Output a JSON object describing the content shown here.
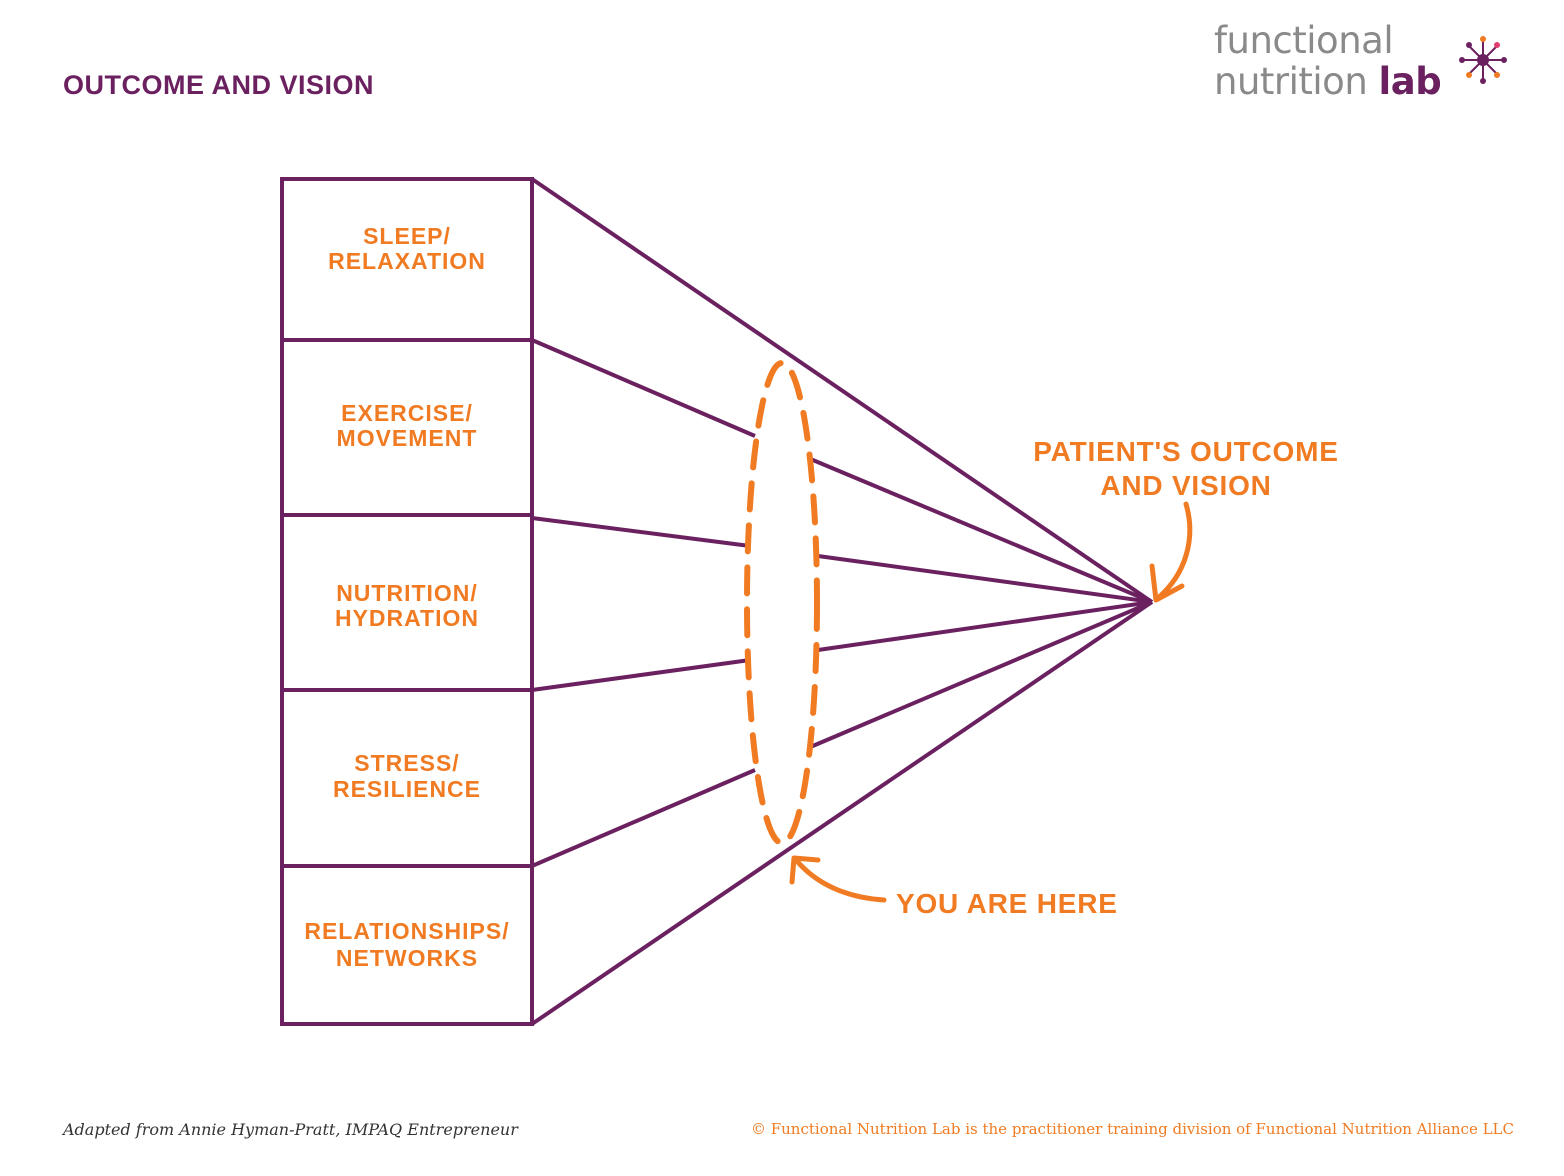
{
  "header": {
    "title": "OUTCOME AND VISION"
  },
  "logo": {
    "line1": "functional",
    "line2_regular": "nutrition ",
    "line2_bold": "lab",
    "icon": "starburst-logo-icon"
  },
  "diagram": {
    "boxes": [
      {
        "line1": "SLEEP/",
        "line2": "RELAXATION"
      },
      {
        "line1": "EXERCISE/",
        "line2": "MOVEMENT"
      },
      {
        "line1": "NUTRITION/",
        "line2": "HYDRATION"
      },
      {
        "line1": "STRESS/",
        "line2": "RESILIENCE"
      },
      {
        "line1": "RELATIONSHIPS/",
        "line2": "NETWORKS"
      }
    ],
    "outcome_label": {
      "line1": "PATIENT'S OUTCOME",
      "line2": "AND VISION"
    },
    "you_are_here_label": "YOU ARE HERE"
  },
  "colors": {
    "purple": "#6b2160",
    "orange": "#f07b22",
    "gray": "#8a8a8a"
  },
  "footer": {
    "credit": "Adapted from Annie Hyman-Pratt, IMPAQ Entrepreneur",
    "copyright": "© Functional Nutrition Lab is the practitioner training division of Functional Nutrition Alliance LLC"
  }
}
